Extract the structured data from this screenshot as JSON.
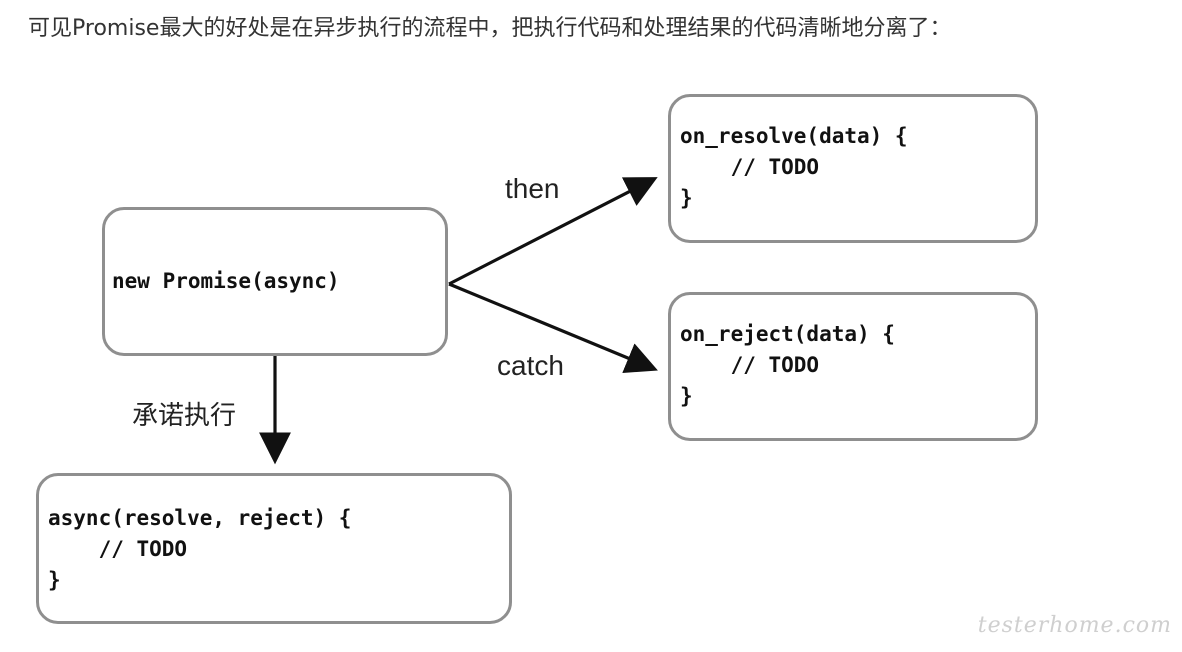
{
  "caption": "可见Promise最大的好处是在异步执行的流程中，把执行代码和处理结果的代码清晰地分离了：",
  "diagram": {
    "promise_box": {
      "lines": [
        "new Promise(async)"
      ]
    },
    "resolve_box": {
      "lines": [
        "on_resolve(data) {",
        "    // TODO",
        "}"
      ]
    },
    "reject_box": {
      "lines": [
        "on_reject(data) {",
        "    // TODO",
        "}"
      ]
    },
    "async_box": {
      "lines": [
        "async(resolve, reject) {",
        "    // TODO",
        "}"
      ]
    },
    "edges": {
      "then_label": "then",
      "catch_label": "catch",
      "execute_label": "承诺执行"
    }
  },
  "watermark": "testerhome.com",
  "colors": {
    "box_border": "#8f8f8f",
    "arrow": "#111111",
    "text": "#222222"
  }
}
